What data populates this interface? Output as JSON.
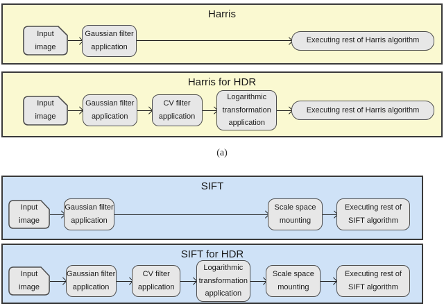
{
  "colors": {
    "harris_bg": "#FAF9D1",
    "sift_bg": "#CFE2F7",
    "node_fill": "#E7E7E7",
    "node_border": "#4D4D4D",
    "panel_border": "#3A3A3A",
    "arrow": "#1A1A1A",
    "text": "#1A1A1A"
  },
  "caption": "(a)",
  "panels": [
    {
      "title": "Harris",
      "nodes": [
        {
          "label": "Input\nimage"
        },
        {
          "label": "Gaussian filter\napplication"
        },
        {
          "label": "Executing rest of Harris algorithm"
        }
      ]
    },
    {
      "title": "Harris for HDR",
      "nodes": [
        {
          "label": "Input\nimage"
        },
        {
          "label": "Gaussian filter\napplication"
        },
        {
          "label": "CV filter\napplication"
        },
        {
          "label": "Logarithmic\ntransformation\napplication"
        },
        {
          "label": "Executing rest of Harris algorithm"
        }
      ]
    },
    {
      "title": "SIFT",
      "nodes": [
        {
          "label": "Input\nimage"
        },
        {
          "label": "Gaussian filter\napplication"
        },
        {
          "label": "Scale space\nmounting"
        },
        {
          "label": "Executing rest of\nSIFT algorithm"
        }
      ]
    },
    {
      "title": "SIFT for HDR",
      "nodes": [
        {
          "label": "Input\nimage"
        },
        {
          "label": "Gaussian filter\napplication"
        },
        {
          "label": "CV filter\napplication"
        },
        {
          "label": "Logarithmic\ntransformation\napplication"
        },
        {
          "label": "Scale space\nmounting"
        },
        {
          "label": "Executing rest of\nSIFT algorithm"
        }
      ]
    }
  ]
}
